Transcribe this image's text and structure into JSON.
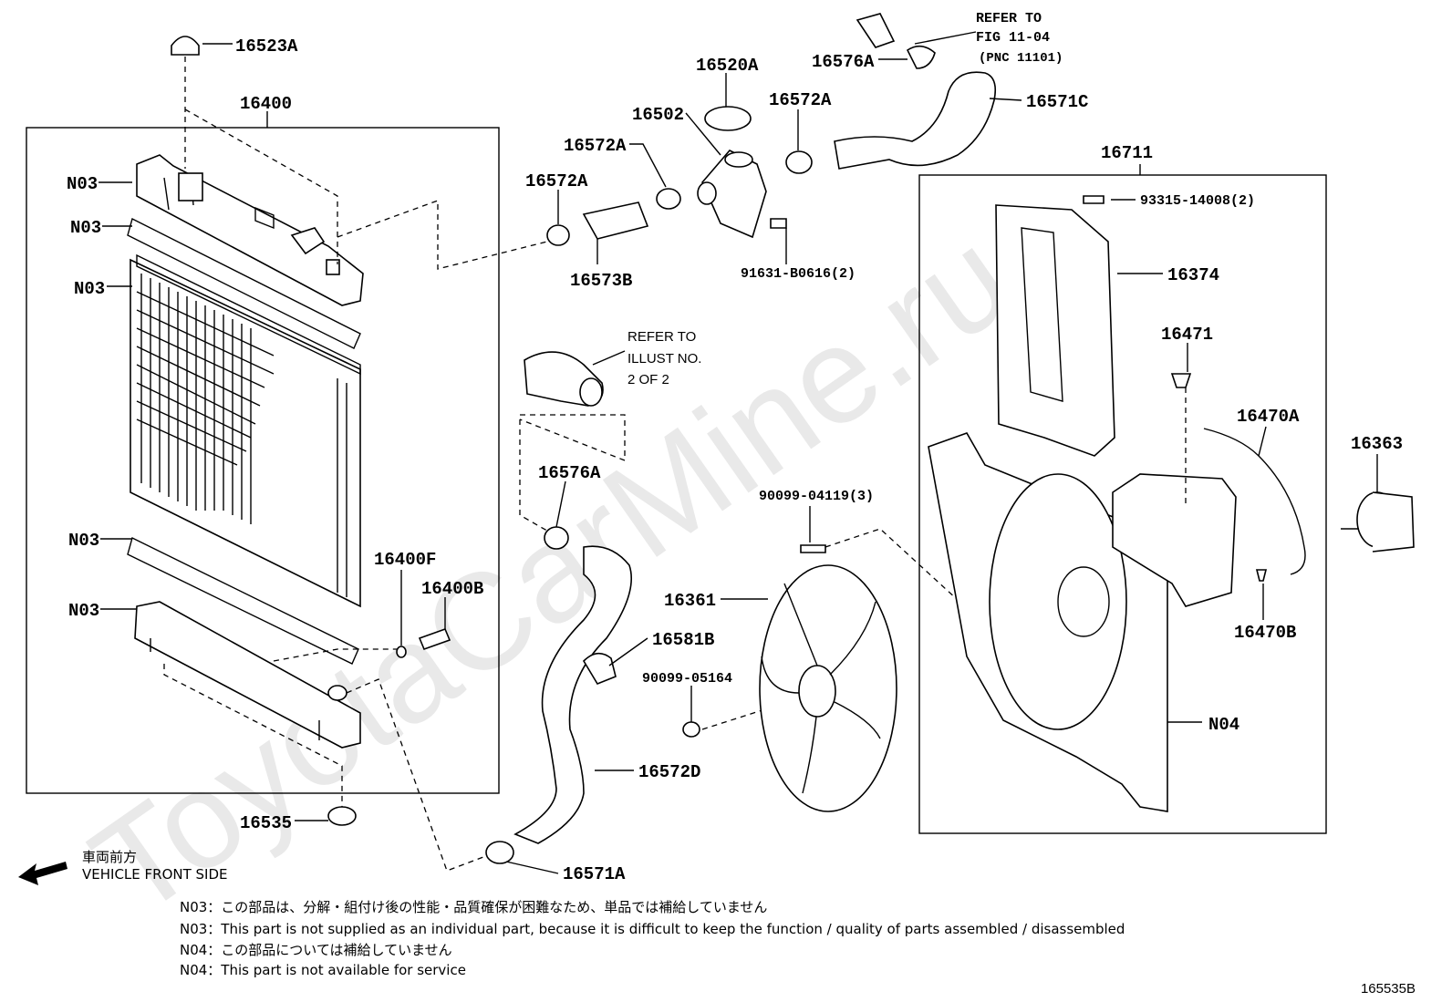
{
  "watermark": "ToyotaCarMine.ru",
  "diagram_code": "165535B",
  "front_side": {
    "jp": "車両前方",
    "en": "VEHICLE FRONT SIDE"
  },
  "notes": [
    "N03：この部品は、分解・組付け後の性能・品質確保が困難なため、単品では補給していません",
    "N03：This part is not supplied as an individual part, because it is difficult to keep the function / quality of parts assembled / disassembled",
    "N04：この部品については補給していません",
    "N04：This part is not available for service"
  ],
  "refer": {
    "top_line1": "REFER TO",
    "top_line2": "FIG 11-04",
    "top_line3": "(PNC 11101)",
    "mid_line1": "REFER TO",
    "mid_line2": "ILLUST NO.",
    "mid_line3": "2 OF 2"
  },
  "labels": {
    "p16523A": "16523A",
    "p16400": "16400",
    "n03_1": "N03",
    "n03_2": "N03",
    "n03_3": "N03",
    "n03_4": "N03",
    "n03_5": "N03",
    "p16400F": "16400F",
    "p16400B": "16400B",
    "p16535": "16535",
    "p16576A_top": "16576A",
    "p16520A": "16520A",
    "p16502": "16502",
    "p16572A_1": "16572A",
    "p16572A_2": "16572A",
    "p16572A_3": "16572A",
    "p16571C": "16571C",
    "p16573B": "16573B",
    "p91631": "91631-B0616(2)",
    "p16576A_mid": "16576A",
    "p16581B": "16581B",
    "p90099_05164": "90099-05164",
    "p16572D": "16572D",
    "p16571A": "16571A",
    "p90099_04119": "90099-04119(3)",
    "p16361": "16361",
    "p16711": "16711",
    "p93315": "93315-14008(2)",
    "p16374": "16374",
    "p16471": "16471",
    "p16470A": "16470A",
    "p16363": "16363",
    "p16470B": "16470B",
    "n04": "N04"
  }
}
